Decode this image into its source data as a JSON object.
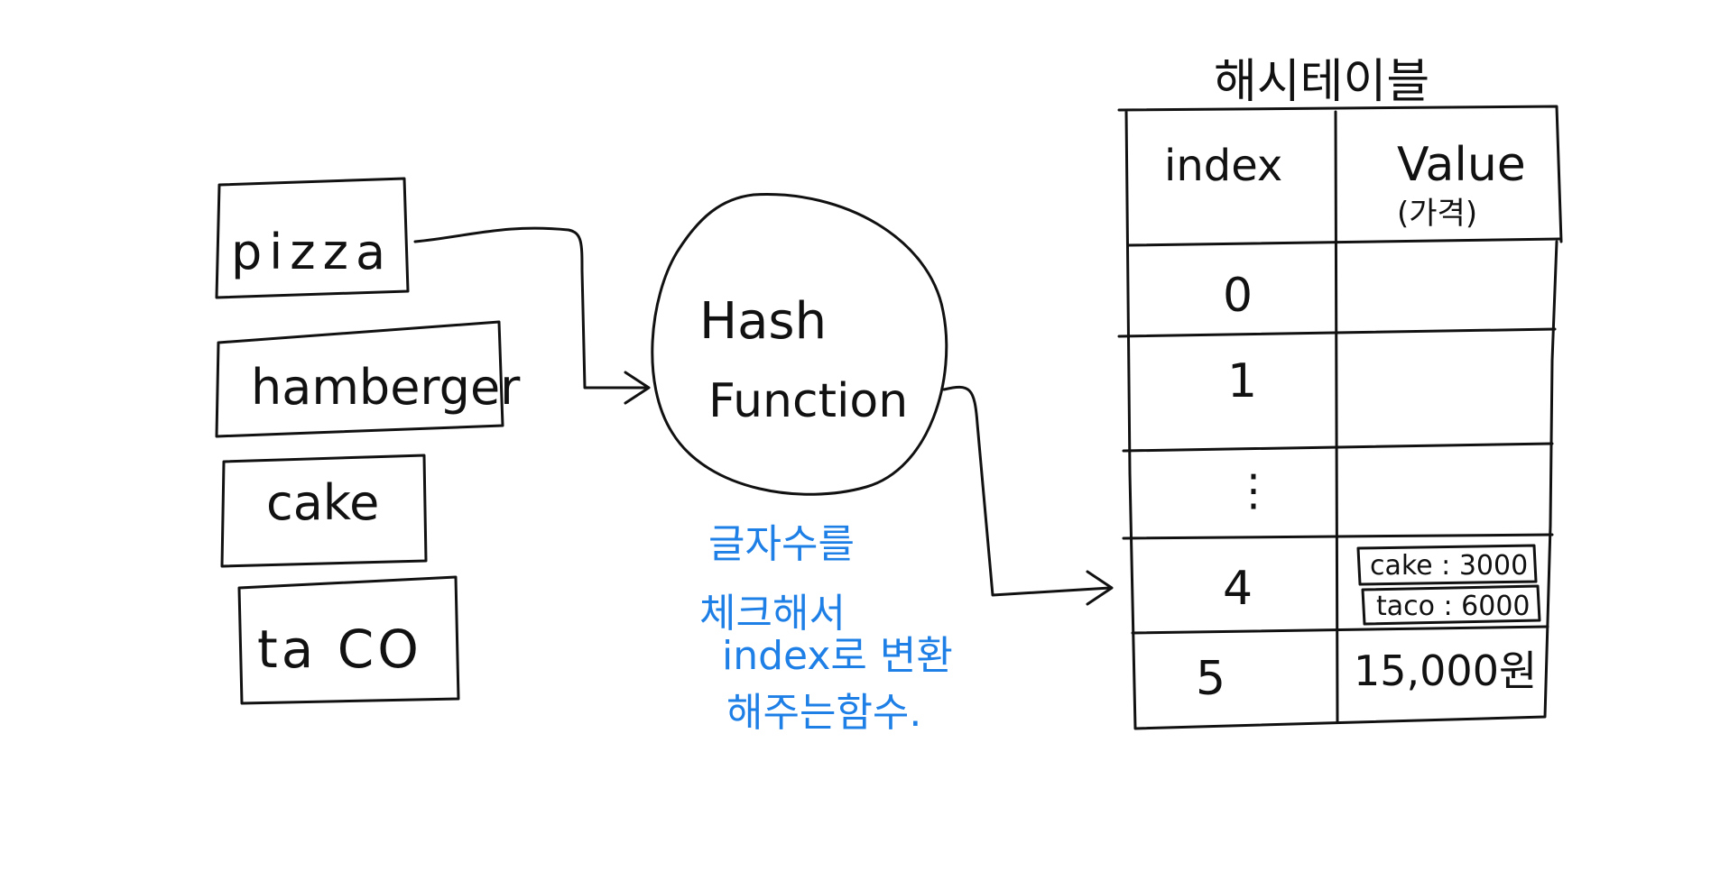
{
  "keys": [
    "pizza",
    "hamberger",
    "cake",
    "ta CO"
  ],
  "hash_function": {
    "line1": "Hash",
    "line2": "Function"
  },
  "note": [
    "글자수를",
    "체크해서",
    "index로 변환",
    "해주는함수."
  ],
  "table": {
    "title": "해시테이블",
    "header_index": "index",
    "header_value": "Value",
    "header_value_sub": "(가격)",
    "rows": [
      {
        "index": "0",
        "value": []
      },
      {
        "index": "1",
        "value": []
      },
      {
        "index": "⋮",
        "value": []
      },
      {
        "index": "4",
        "value": [
          "cake : 3000",
          "taco : 6000"
        ]
      },
      {
        "index": "5",
        "value": [
          "15,000원"
        ]
      }
    ]
  },
  "colors": {
    "ink": "#111111",
    "note": "#1e7fe6",
    "background": "#ffffff"
  }
}
